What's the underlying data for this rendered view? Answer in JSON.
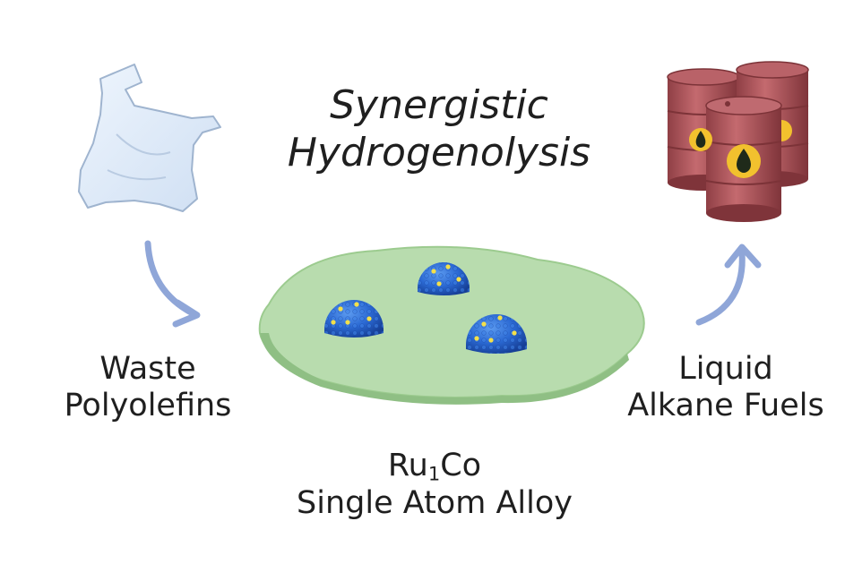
{
  "title": {
    "line1": "Synergistic",
    "line2": "Hydrogenolysis"
  },
  "waste_label": {
    "line1": "Waste",
    "line2": "Polyolefins"
  },
  "fuels_label": {
    "line1": "Liquid",
    "line2": "Alkane Fuels"
  },
  "alloy_label": {
    "formula_prefix": "Ru",
    "formula_subscript": "1",
    "formula_suffix": "Co",
    "line2": "Single Atom Alloy"
  },
  "icons": [
    "plastic-bag-icon",
    "oil-barrels-icon",
    "catalyst-support-icon",
    "nanoparticle-icon",
    "arrow-icon"
  ],
  "colors": {
    "arrow": "#8fa6d8",
    "bag": "#dde9f8",
    "support": "#b7dcae",
    "particle": "#2f6fd8",
    "barrel": "#b0535a",
    "drop_badge": "#f2c12e"
  }
}
